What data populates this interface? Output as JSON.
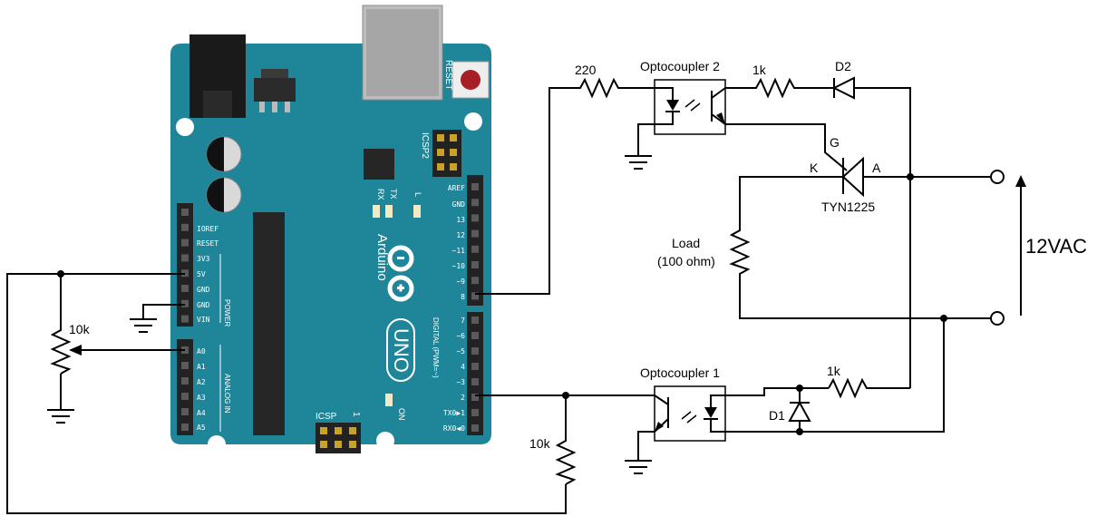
{
  "board": {
    "name": "Arduino",
    "model": "UNO",
    "reset": "RESET",
    "icsp2": "ICSP2",
    "icsp": "ICSP",
    "icsp_pin": "1",
    "led_rx": "RX",
    "led_tx": "TX",
    "led_l": "L",
    "led_on": "ON",
    "power_group": "POWER",
    "analog_group": "ANALOG IN",
    "digital_group": "DIGITAL (PWM=~)",
    "power_pins": [
      "IOREF",
      "RESET",
      "3V3",
      "5V",
      "GND",
      "GND",
      "VIN"
    ],
    "analog_pins": [
      "A0",
      "A1",
      "A2",
      "A3",
      "A4",
      "A5"
    ],
    "digital_top_pins": [
      "AREF",
      "GND",
      "13",
      "12",
      "~11",
      "~10",
      "~9",
      "8"
    ],
    "digital_bottom_pins": [
      "7",
      "~6",
      "~5",
      "4",
      "~3",
      "2",
      "TX0▶1",
      "RX0◀0"
    ]
  },
  "circuit": {
    "opto2": "Optocoupler 2",
    "opto1": "Optocoupler 1",
    "r_220": "220",
    "r_1k_top": "1k",
    "r_1k_bottom": "1k",
    "r_10k_pot": "10k",
    "r_10k_pulldown": "10k",
    "d2": "D2",
    "d1": "D1",
    "triac": "TYN1225",
    "gate": "G",
    "cathode": "K",
    "anode": "A",
    "load_label": "Load",
    "load_value": "(100 ohm)",
    "supply": "12VAC"
  }
}
